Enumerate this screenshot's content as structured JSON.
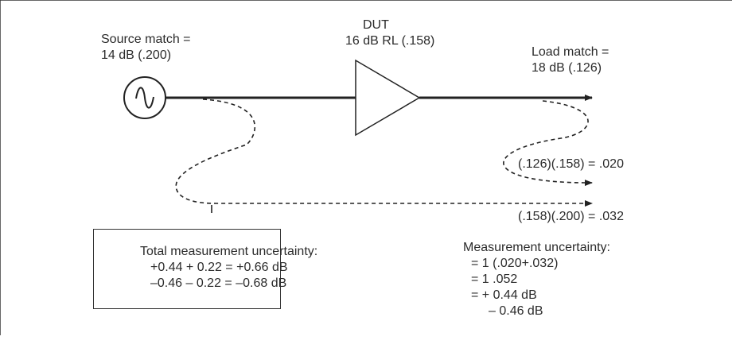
{
  "source": {
    "line1": "Source match =",
    "line2": "14 dB (.200)"
  },
  "dut": {
    "line1": "DUT",
    "line2": "16 dB RL (.158)"
  },
  "load": {
    "line1": "Load match =",
    "line2": "18 dB (.126)"
  },
  "reflection_1": "(.126)(.158) = .020",
  "reflection_2": "(.158)(.200) = .032",
  "total": {
    "title": "Total measurement uncertainty:",
    "plus": "+0.44 + 0.22 = +0.66 dB",
    "minus": "–0.46 – 0.22 = –0.68 dB"
  },
  "measurement": {
    "title": "Measurement uncertainty:",
    "lines": [
      "= 1 (.020+.032)",
      "= 1 .052",
      "= + 0.44 dB",
      "– 0.46 dB"
    ]
  }
}
